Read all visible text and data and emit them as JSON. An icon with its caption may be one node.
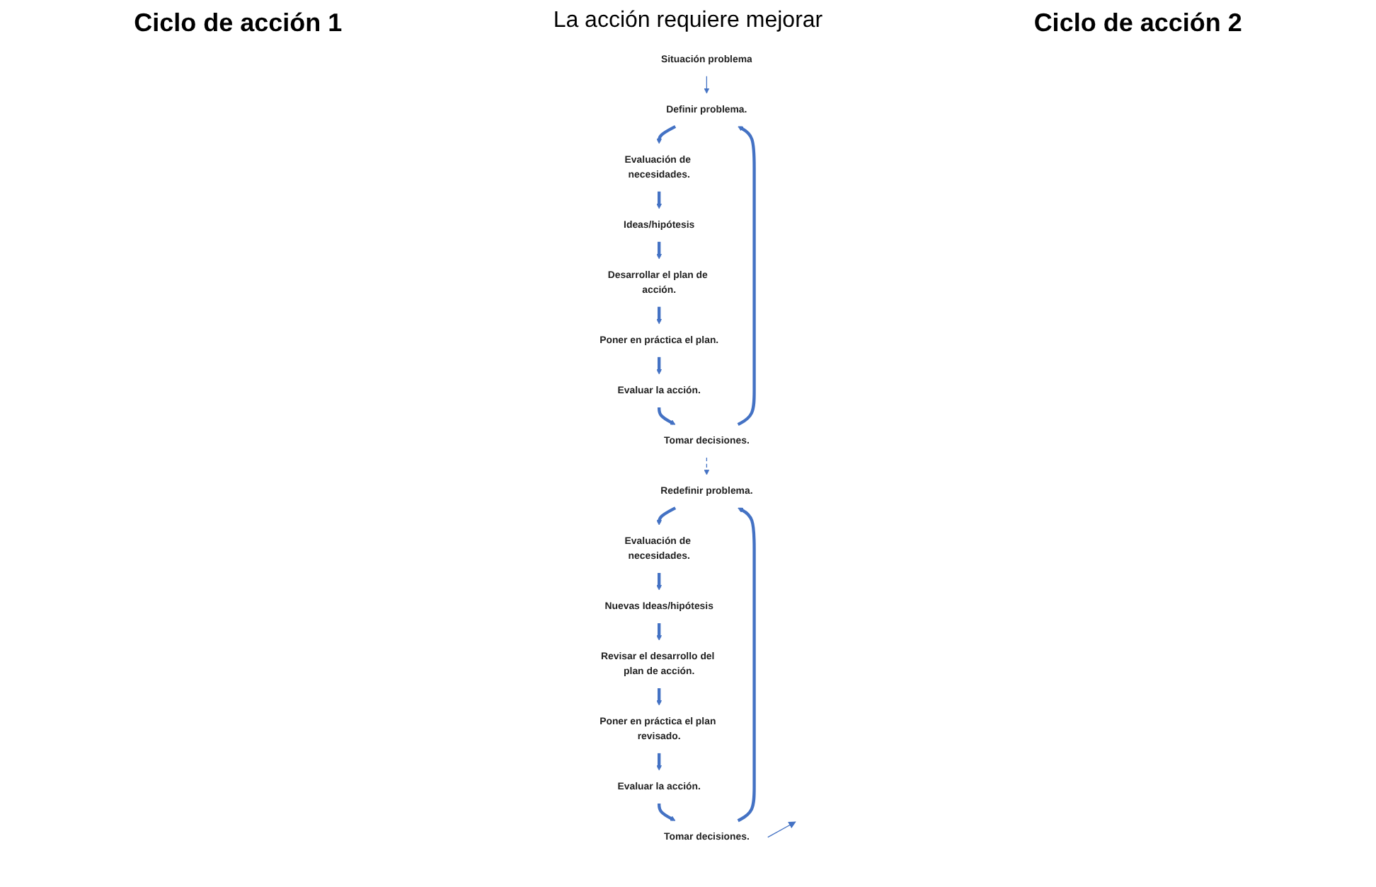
{
  "diagram": {
    "nodes": [
      {
        "text": [
          "Situación problema"
        ]
      },
      {
        "text": [
          "Definir problema."
        ]
      },
      {
        "text": [
          "Evaluación de necesidades."
        ]
      },
      {
        "text": [
          "Ideas/hipótesis"
        ]
      },
      {
        "text": [
          "Desarrollar el plan de acción."
        ]
      },
      {
        "text": [
          "Poner en práctica el plan."
        ]
      },
      {
        "text": [
          "Evaluar la acción."
        ]
      },
      {
        "text": [
          "Tomar decisiones."
        ]
      },
      {
        "text": [
          "Redefinir problema."
        ]
      },
      {
        "text": [
          "Evaluación de necesidades."
        ]
      },
      {
        "text": [
          "Nuevas Ideas/hipótesis"
        ]
      },
      {
        "text": [
          "Revisar el desarrollo del plan de acción."
        ]
      },
      {
        "text": [
          "Poner en práctica el plan revisado."
        ]
      },
      {
        "text": [
          "Evaluar la acción."
        ]
      },
      {
        "text": [
          "Tomar decisiones."
        ]
      }
    ],
    "edges": [
      {
        "from": 0,
        "to": 1,
        "arrow": "to"
      },
      {
        "from": 1,
        "to": 2,
        "arrow": "to"
      },
      {
        "from": 2,
        "to": 3,
        "arrow": "to"
      },
      {
        "from": 3,
        "to": 4,
        "arrow": "to"
      },
      {
        "from": 4,
        "to": 5,
        "arrow": "to"
      },
      {
        "from": 5,
        "to": 6,
        "arrow": "to"
      },
      {
        "from": 6,
        "to": 7,
        "arrow": "to"
      },
      {
        "from": 7,
        "to": 1,
        "arrow": "to"
      },
      {
        "from": 7,
        "to": 8,
        "arrow": "to",
        "style": "dashed"
      },
      {
        "from": 8,
        "to": 9,
        "arrow": "to"
      },
      {
        "from": 9,
        "to": 10,
        "arrow": "to"
      },
      {
        "from": 10,
        "to": 11,
        "arrow": "to"
      },
      {
        "from": 11,
        "to": 12,
        "arrow": "to"
      },
      {
        "from": 12,
        "to": 13,
        "arrow": "to"
      },
      {
        "from": 13,
        "to": 14,
        "arrow": "to"
      },
      {
        "from": 14,
        "to": 8,
        "arrow": "to"
      },
      {
        "from": 14,
        "to": null,
        "arrow": "to"
      }
    ],
    "labels": [
      "Ciclo de acción 1",
      "La acción requiere mejorar",
      "Ciclo de acción 2"
    ]
  }
}
